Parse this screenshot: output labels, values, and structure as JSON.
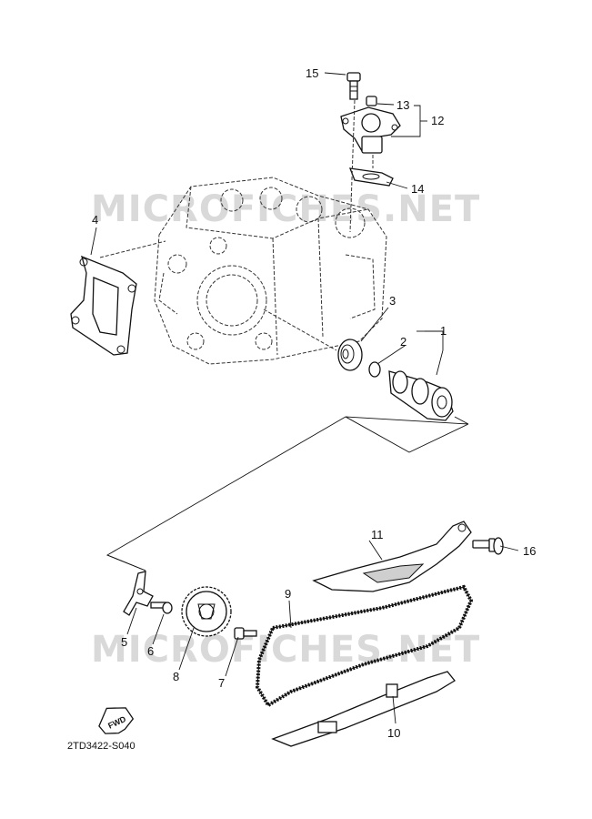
{
  "watermarks": [
    "MICROFICHES.NET",
    "MICROFICHES.NET"
  ],
  "diagram_code": "2TD3422-S040",
  "fwd_label": "FWD",
  "callouts": {
    "c1": "1",
    "c2": "2",
    "c3": "3",
    "c4": "4",
    "c5": "5",
    "c6": "6",
    "c7": "7",
    "c8": "8",
    "c9": "9",
    "c10": "10",
    "c11": "11",
    "c12": "12",
    "c13": "13",
    "c14": "14",
    "c15": "15",
    "c16": "16"
  },
  "colors": {
    "ink": "#111111",
    "watermark": "#d9d9d9",
    "background": "#ffffff"
  }
}
